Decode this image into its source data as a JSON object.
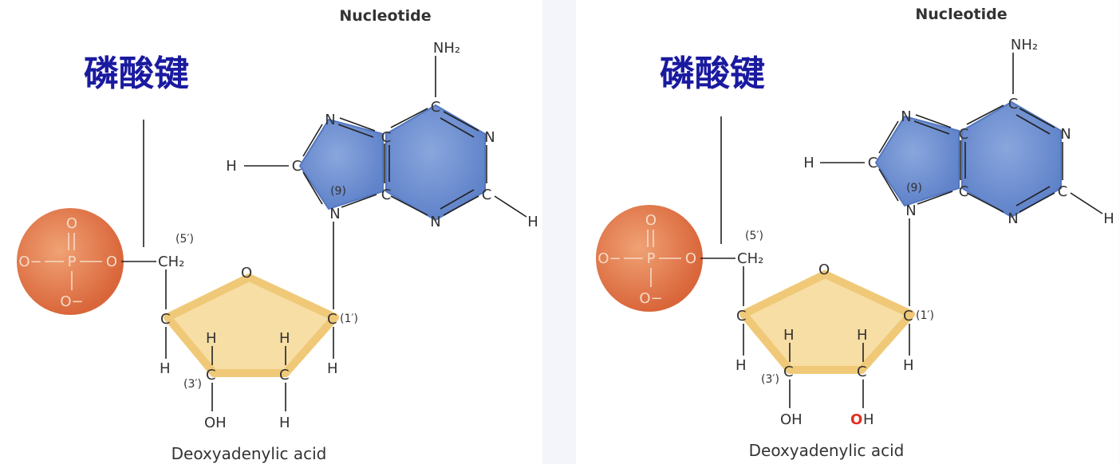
{
  "panels": [
    {
      "chinese_title": "磷酸键",
      "nucleotide": "Nucleotide",
      "caption": "Deoxyadenylic acid",
      "phosphate": {
        "o_top": "O",
        "o_left": "O−",
        "p": "P",
        "o_right": "O",
        "o_bottom": "O−"
      },
      "sugar": {
        "ch2": "CH₂",
        "pos5": "(5′)",
        "ring_o": "O",
        "c4": "C",
        "c4_h": "H",
        "c3": "C",
        "c3_h": "H",
        "pos3": "(3′)",
        "c3_oh": "OH",
        "c2": "C",
        "c2_h_top": "H",
        "c2_h_bottom": "H",
        "c1": "C",
        "pos1": "(1′)",
        "c1_h": "H"
      },
      "base": {
        "nh2": "NH₂",
        "c6": "C",
        "n1": "N",
        "c2": "C",
        "h2": "H",
        "n3": "N",
        "c4": "C",
        "c5": "C",
        "n7": "N",
        "c8": "C",
        "h8": "H",
        "n9": "N",
        "pos9": "(9)"
      }
    },
    {
      "chinese_title": "磷酸键",
      "nucleotide": "Nucleotide",
      "caption": "Deoxyadenylic acid",
      "phosphate": {
        "o_top": "O",
        "o_left": "O−",
        "p": "P",
        "o_right": "O",
        "o_bottom": "O−"
      },
      "sugar": {
        "ch2": "CH₂",
        "pos5": "(5′)",
        "ring_o": "O",
        "c4": "C",
        "c4_h": "H",
        "c3": "C",
        "c3_h": "H",
        "pos3": "(3′)",
        "c3_oh": "OH",
        "c2": "C",
        "c2_h_top": "H",
        "c2_oh_o": "O",
        "c2_oh_h": "H",
        "c1": "C",
        "pos1": "(1′)",
        "c1_h": "H"
      },
      "base": {
        "nh2": "NH₂",
        "c6": "C",
        "n1": "N",
        "c2": "C",
        "h2": "H",
        "n3": "N",
        "c4": "C",
        "c5": "C",
        "n7": "N",
        "c8": "C",
        "h8": "H",
        "n9": "N",
        "pos9": "(9)"
      }
    }
  ],
  "colors": {
    "title": "#1a1aa0",
    "phosphate": "#e07a4c",
    "sugar": "#f7dea5",
    "sugar_edge": "#f0c978",
    "base": "#6d8fd1",
    "base_edge": "#5477c0",
    "added_oxygen": "#e0301e"
  }
}
